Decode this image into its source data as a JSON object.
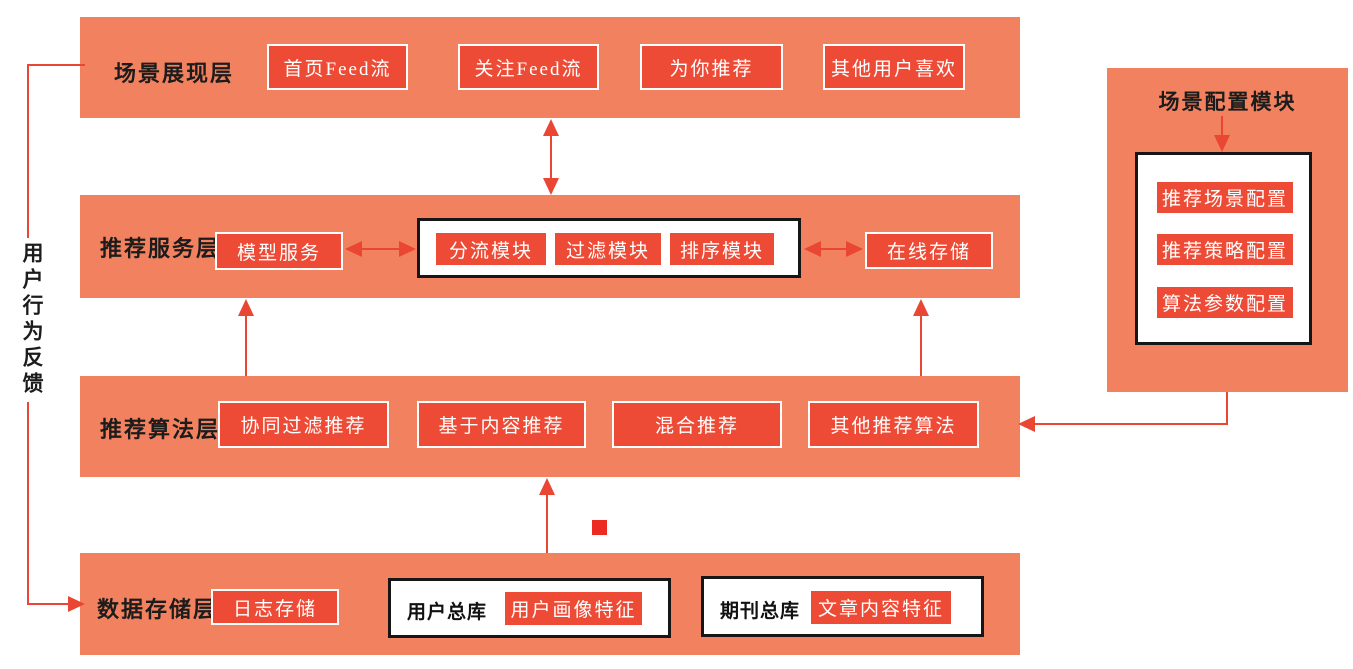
{
  "diagram": {
    "feedback_label": "用户行为反馈",
    "layers": {
      "presentation": {
        "label": "场景展现层",
        "boxes": [
          "首页Feed流",
          "关注Feed流",
          "为你推荐",
          "其他用户喜欢"
        ]
      },
      "service": {
        "label": "推荐服务层",
        "model": "模型服务",
        "pipeline": [
          "分流模块",
          "过滤模块",
          "排序模块"
        ],
        "online_storage": "在线存储"
      },
      "algorithm": {
        "label": "推荐算法层",
        "boxes": [
          "协同过滤推荐",
          "基于内容推荐",
          "混合推荐",
          "其他推荐算法"
        ]
      },
      "storage": {
        "label": "数据存储层",
        "log": "日志存储",
        "groups": [
          {
            "name": "用户总库",
            "feature": "用户画像特征"
          },
          {
            "name": "期刊总库",
            "feature": "文章内容特征"
          }
        ]
      }
    },
    "config_panel": {
      "title": "场景配置模块",
      "items": [
        "推荐场景配置",
        "推荐策略配置",
        "算法参数配置"
      ]
    },
    "colors": {
      "band": "#F2825F",
      "node_red": "#EE4B36",
      "arrow": "#E94634",
      "square": "#ED2B22"
    }
  }
}
